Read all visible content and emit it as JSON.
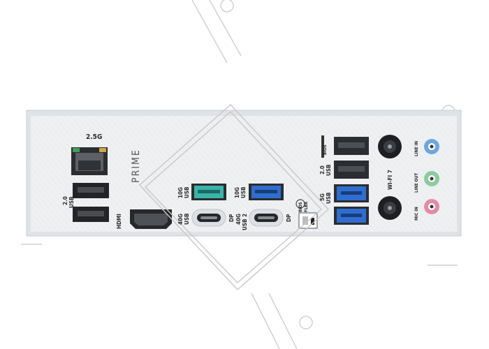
{
  "brand": {
    "text": "PRIME"
  },
  "labels": {
    "lan_speed": "2.5G",
    "usb2_left_a": "2.0",
    "usb2_left_b": "USB",
    "hdmi": "HDMI",
    "usb_40g_a": "40G",
    "usb_40g_b": "USB",
    "usb_10g_a": "10G",
    "usb_10g_b": "USB",
    "dp_1": "DP",
    "usb2_b": "USB 2",
    "usb_40g2_a": "40G",
    "dp_2": "DP",
    "bios": "BIOS",
    "usb2_right_a": "2.0",
    "usb2_right_b": "USB",
    "usb_5g_a": "5G",
    "usb_5g_b": "USB",
    "bios_flbk_a": "BIOS",
    "bios_flbk_b": "FLBK",
    "wifi": "WI-FI 7",
    "line_in": "LINE IN",
    "line_out": "LINE OUT",
    "mic_in": "MIC IN"
  },
  "colors": {
    "plate": "#eef0f2",
    "frame": "#d6d9dd",
    "usb_teal": "#3ab5a8",
    "usb_blue": "#2f6ecf",
    "jack_blue": "#6fa6dd",
    "jack_green": "#8fc9a0",
    "jack_pink": "#e58aa3"
  }
}
